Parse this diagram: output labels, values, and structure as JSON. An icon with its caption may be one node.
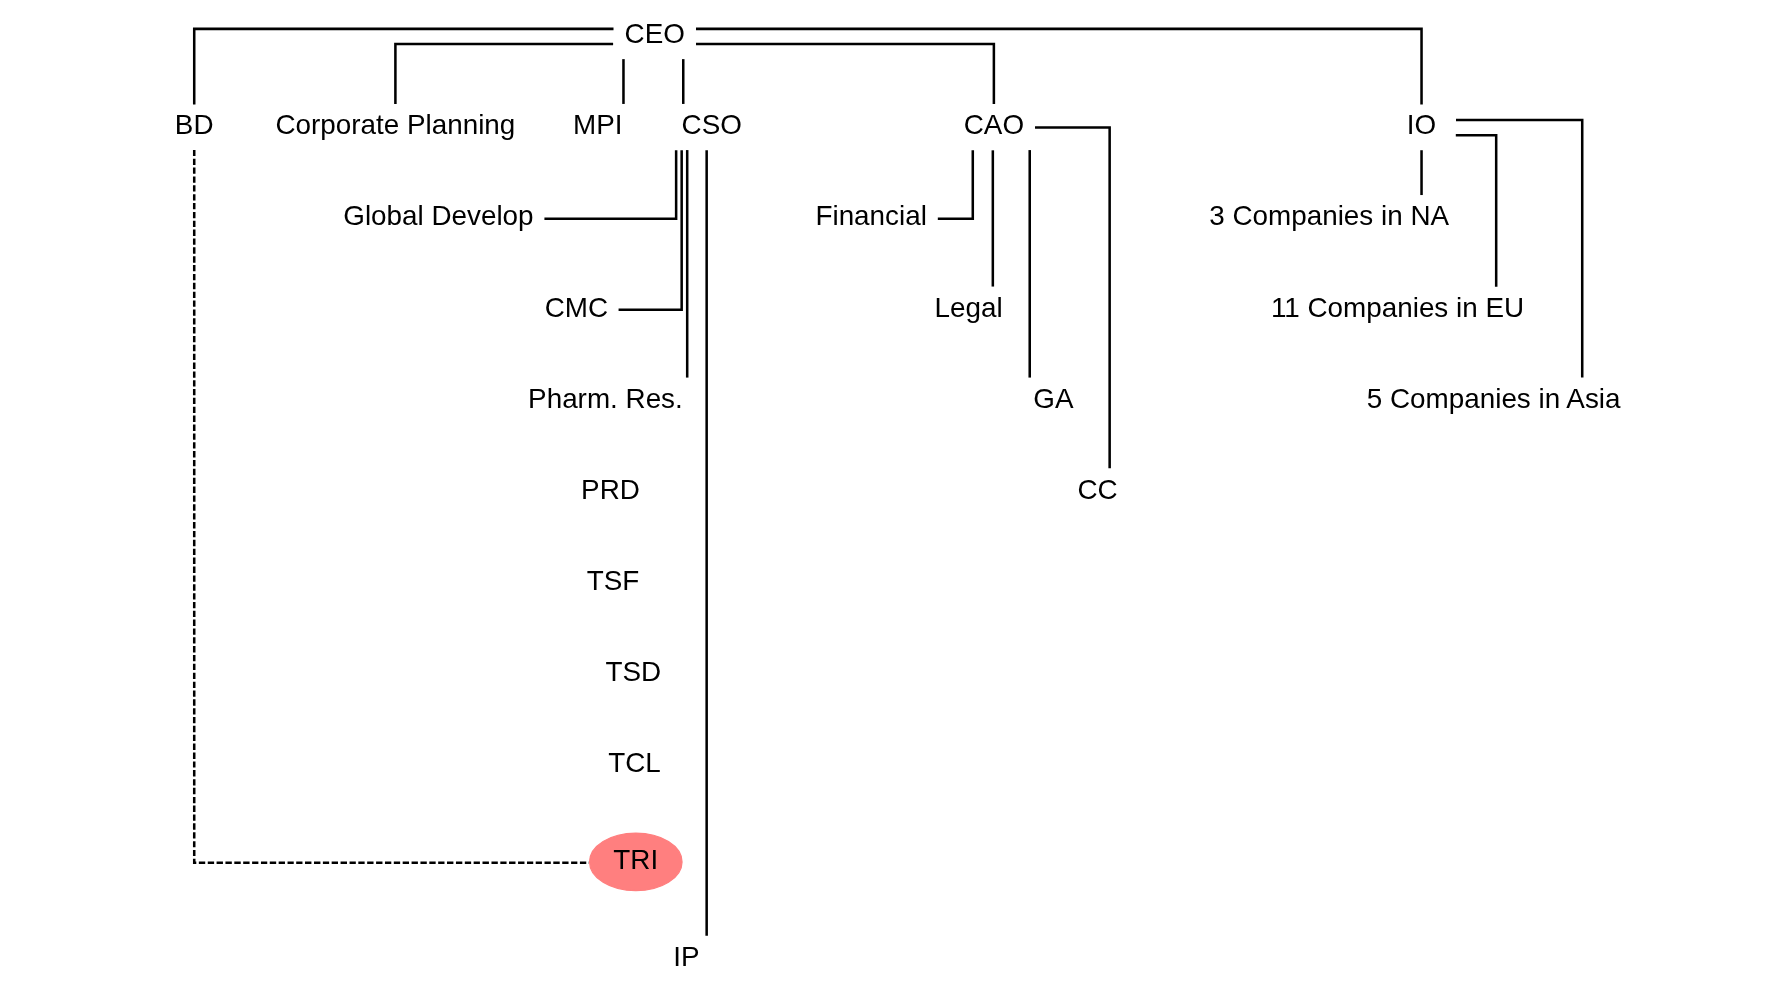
{
  "diagram": {
    "nodes": [
      {
        "text": [
          "CEO"
        ]
      },
      {
        "text": [
          "BD"
        ]
      },
      {
        "text": [
          "Corporate Planning"
        ]
      },
      {
        "text": [
          "MPI"
        ]
      },
      {
        "text": [
          "CSO"
        ]
      },
      {
        "text": [
          "CAO"
        ]
      },
      {
        "text": [
          "IO"
        ]
      },
      {
        "text": [
          "Global Develop"
        ]
      },
      {
        "text": [
          "CMC"
        ]
      },
      {
        "text": [
          "Pharm. Res."
        ]
      },
      {
        "text": [
          "TRI"
        ]
      },
      {
        "text": [
          "IP"
        ]
      },
      {
        "text": [
          "Financial"
        ]
      },
      {
        "text": [
          "Legal"
        ]
      },
      {
        "text": [
          "GA"
        ]
      },
      {
        "text": [
          "CC"
        ]
      },
      {
        "text": [
          "3 Companies in NA"
        ]
      },
      {
        "text": [
          "11 Companies in EU"
        ]
      },
      {
        "text": [
          "5 Companies in Asia"
        ]
      }
    ],
    "edges": [
      {
        "from": 0,
        "to": 1,
        "arrow": "none"
      },
      {
        "from": 0,
        "to": 2,
        "arrow": "none"
      },
      {
        "from": 0,
        "to": 3,
        "arrow": "none"
      },
      {
        "from": 0,
        "to": 4,
        "arrow": "none"
      },
      {
        "from": 0,
        "to": 5,
        "arrow": "none"
      },
      {
        "from": 0,
        "to": 6,
        "arrow": "none"
      },
      {
        "from": 4,
        "to": 7,
        "arrow": "none"
      },
      {
        "from": 4,
        "to": 8,
        "arrow": "none"
      },
      {
        "from": 4,
        "to": 9,
        "arrow": "none"
      },
      {
        "from": 4,
        "to": 11,
        "arrow": "none"
      },
      {
        "from": 1,
        "to": 10,
        "arrow": "none",
        "style": "dashed"
      },
      {
        "from": 5,
        "to": 12,
        "arrow": "none"
      },
      {
        "from": 5,
        "to": 13,
        "arrow": "none"
      },
      {
        "from": 5,
        "to": 14,
        "arrow": "none"
      },
      {
        "from": 5,
        "to": 15,
        "arrow": "none"
      },
      {
        "from": 6,
        "to": 16,
        "arrow": "none"
      },
      {
        "from": 6,
        "to": 17,
        "arrow": "none"
      },
      {
        "from": 6,
        "to": 18,
        "arrow": "none"
      }
    ],
    "labels": [
      "PRD",
      "TSF",
      "TSD",
      "TCL"
    ]
  }
}
